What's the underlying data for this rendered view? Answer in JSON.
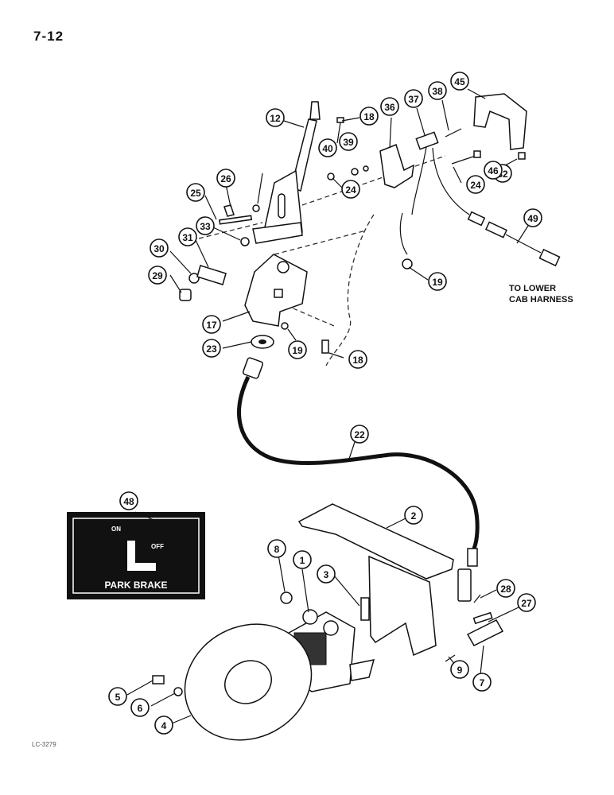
{
  "page": {
    "number": "7-12",
    "figure_ref": "LC-3279"
  },
  "harness_note": {
    "line1": "TO LOWER",
    "line2": "CAB HARNESS"
  },
  "decal": {
    "on_label": "ON",
    "off_label": "OFF",
    "title": "PARK BRAKE"
  },
  "callouts": [
    "12",
    "18",
    "36",
    "37",
    "38",
    "45",
    "40",
    "39",
    "24",
    "32",
    "46",
    "26",
    "24",
    "25",
    "33",
    "49",
    "30",
    "31",
    "29",
    "19",
    "17",
    "23",
    "19",
    "18",
    "22",
    "48",
    "2",
    "8",
    "1",
    "3",
    "28",
    "27",
    "9",
    "7",
    "5",
    "6",
    "4"
  ]
}
